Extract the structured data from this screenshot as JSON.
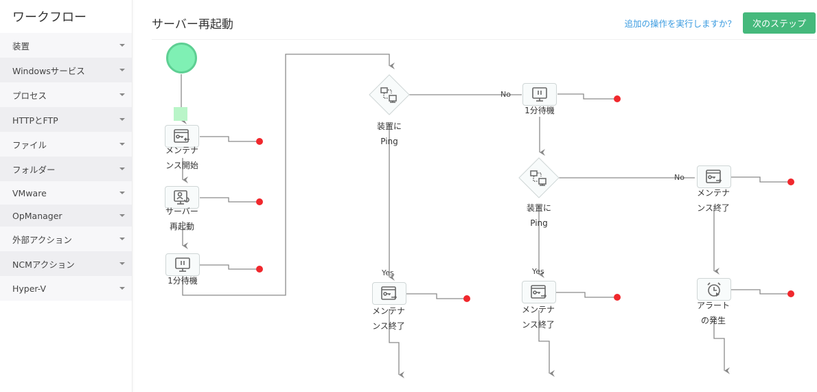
{
  "sidebar": {
    "title": "ワークフロー",
    "items": [
      {
        "label": "装置"
      },
      {
        "label": "Windowsサービス"
      },
      {
        "label": "プロセス"
      },
      {
        "label": "HTTPとFTP"
      },
      {
        "label": "ファイル"
      },
      {
        "label": "フォルダー"
      },
      {
        "label": "VMware"
      },
      {
        "label": "OpManager"
      },
      {
        "label": "外部アクション"
      },
      {
        "label": "NCMアクション"
      },
      {
        "label": "Hyper-V"
      }
    ]
  },
  "header": {
    "title": "サーバー再起動",
    "more_actions_link": "追加の操作を実行しますか？",
    "next_button": "次のステップ"
  },
  "colors": {
    "accent_green": "#45b97c",
    "start_node": "#7ff0b4",
    "link_blue": "#3a9be0",
    "failure_dot": "#f0282d"
  },
  "workflow": {
    "nodes": [
      {
        "id": "start",
        "type": "start",
        "icon": "start-circle"
      },
      {
        "id": "n1",
        "label": "メンテナ\nンス開始",
        "icon": "maintenance-start-icon"
      },
      {
        "id": "n2",
        "label": "サーバー\n再起動",
        "icon": "server-restart-icon"
      },
      {
        "id": "n3",
        "label": "1分待機",
        "icon": "wait-icon"
      },
      {
        "id": "d1",
        "type": "decision",
        "label": "装置に\nPing",
        "icon": "ping-device-icon"
      },
      {
        "id": "n4",
        "label": "1分待機",
        "icon": "wait-icon"
      },
      {
        "id": "d2",
        "type": "decision",
        "label": "装置に\nPing",
        "icon": "ping-device-icon"
      },
      {
        "id": "n5",
        "label": "メンテナ\nンス終了",
        "icon": "maintenance-end-icon"
      },
      {
        "id": "n6",
        "label": "メンテナ\nンス終了",
        "icon": "maintenance-end-icon"
      },
      {
        "id": "n7",
        "label": "メンテナ\nンス終了",
        "icon": "maintenance-end-icon"
      },
      {
        "id": "n8",
        "label": "アラート\nの発生",
        "icon": "alarm-icon"
      }
    ],
    "edge_labels": {
      "d1_no": "No",
      "d1_yes": "Yes",
      "d2_no": "No",
      "d2_yes": "Yes"
    }
  }
}
